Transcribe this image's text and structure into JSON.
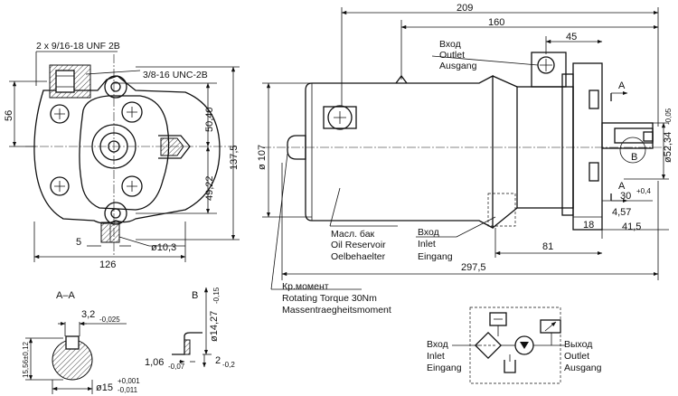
{
  "front_view": {
    "thread_main": "2 x 9/16-18 UNF 2B",
    "thread_side": "3/8-16 UNC-2B",
    "dim_56": "56",
    "dim_50_40": "50,40",
    "dim_137_5": "137,5",
    "dim_49_22": "49,22",
    "dim_5": "5",
    "dim_dia_10_3": "ø10,3",
    "dim_126": "126"
  },
  "side_view": {
    "dim_209": "209",
    "dim_160": "160",
    "dim_45": "45",
    "outlet_ru": "Вход",
    "outlet_en": "Outlet",
    "outlet_de": "Ausgang",
    "dim_dia_107": "ø 107",
    "dim_dia_52": "ø52,34",
    "dim_dia_52_tol": "-0,05",
    "dim_30": "30",
    "dim_30_tol": "+0,4",
    "dim_4_57": "4,57",
    "dim_18": "18",
    "dim_41_5": "41,5",
    "dim_81": "81",
    "dim_297_5": "297,5",
    "section_a1": "A",
    "section_a2": "A",
    "section_b": "B",
    "reservoir_ru": "Масл. бак",
    "reservoir_en": "Oil Reservoir",
    "reservoir_de": "Oelbehaelter",
    "inlet_ru": "Вход",
    "inlet_en": "Inlet",
    "inlet_de": "Eingang",
    "torque_ru": "Кр.момент",
    "torque_en": "Rotating Torque 30Nm",
    "torque_de": "Massentraegheitsmoment"
  },
  "section_aa": {
    "title": "A–A",
    "dim_3_2": "3,2",
    "dim_3_2_tol": "-0,025",
    "dim_15_56": "15,56±0,12",
    "dim_15": "ø15",
    "dim_15_tol_up": "+0,001",
    "dim_15_tol_lo": "-0,011"
  },
  "section_b": {
    "title": "B",
    "dim_14_27": "ø14,27",
    "dim_14_27_tol": "-0,15",
    "dim_1_06": "1,06",
    "dim_1_06_tol": "-0,07",
    "dim_2": "2",
    "dim_2_tol": "-0,2"
  },
  "schematic": {
    "inlet_ru": "Вход",
    "inlet_en": "Inlet",
    "inlet_de": "Eingang",
    "outlet_ru": "Выход",
    "outlet_en": "Outlet",
    "outlet_de": "Ausgang"
  }
}
